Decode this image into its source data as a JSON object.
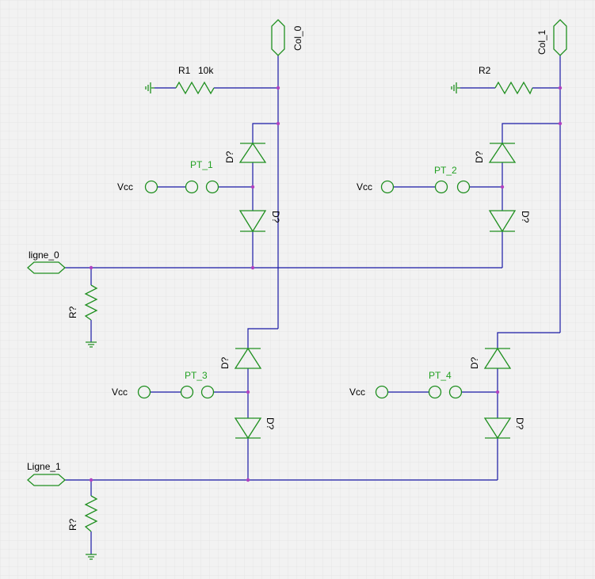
{
  "colors": {
    "background": "#f2f2f2",
    "grid_minor": "#dcdcdc",
    "grid_major": "#c8c8c8",
    "wire": "#1a1aa6",
    "component": "#1f8f1f",
    "junction": "#b040c0",
    "part_label": "#22a022"
  },
  "ports": {
    "col_0": "Col_0",
    "col_1": "Col_1",
    "ligne_0": "ligne_0",
    "ligne_1": "Ligne_1"
  },
  "resistors": {
    "r1_name": "R1",
    "r1_value": "10k",
    "r2_name": "R2",
    "r_row0": "R?",
    "r_row1": "R?"
  },
  "diodes": {
    "label": "D?"
  },
  "switches": {
    "pt1": "PT_1",
    "pt2": "PT_2",
    "pt3": "PT_3",
    "pt4": "PT_4"
  },
  "supply": {
    "vcc": "Vcc"
  }
}
